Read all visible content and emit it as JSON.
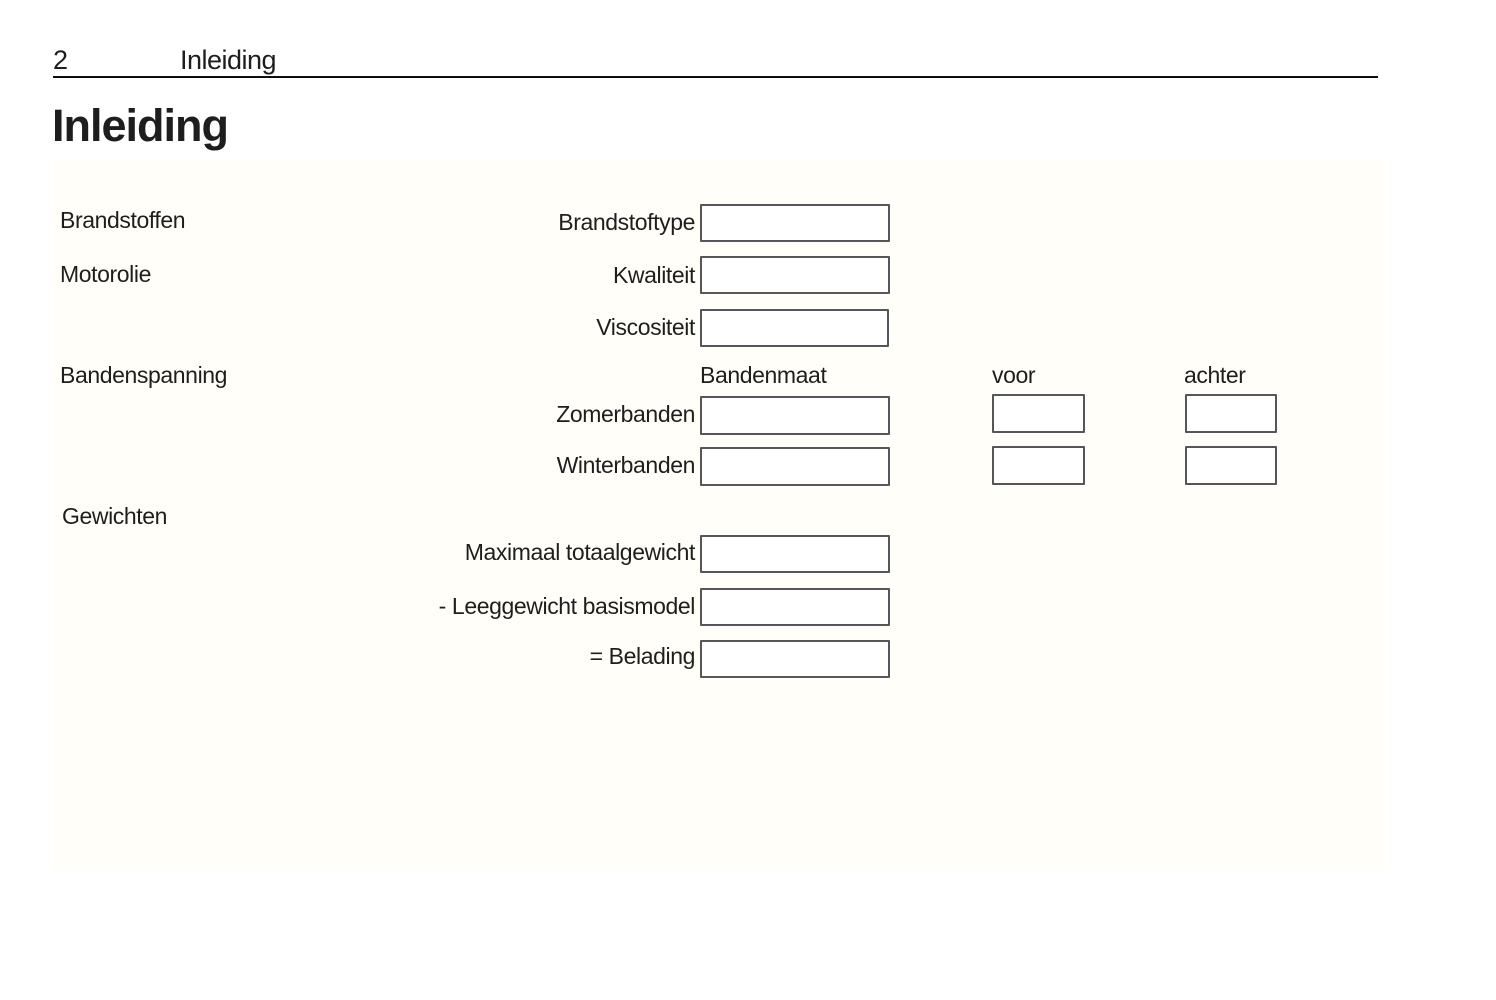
{
  "page": {
    "number": "2",
    "header_title": "Inleiding",
    "title": "Inleiding"
  },
  "form": {
    "section_brandstoffen": "Brandstoffen",
    "section_motorolie": "Motorolie",
    "section_bandenspanning": "Bandenspanning",
    "section_gewichten": "Gewichten",
    "field_brandstoftype": "Brandstoftype",
    "field_kwaliteit": "Kwaliteit",
    "field_viscositeit": "Viscositeit",
    "col_bandenmaat": "Bandenmaat",
    "col_voor": "voor",
    "col_achter": "achter",
    "field_zomerbanden": "Zomerbanden",
    "field_winterbanden": "Winterbanden",
    "field_max_totaalgewicht": "Maximaal totaalgewicht",
    "field_leeggewicht": "- Leeggewicht basismodel",
    "field_belading": "= Belading",
    "inputs": {
      "brandstoftype": "",
      "kwaliteit": "",
      "viscositeit": "",
      "zomerbanden_maat": "",
      "zomerbanden_voor": "",
      "zomerbanden_achter": "",
      "winterbanden_maat": "",
      "winterbanden_voor": "",
      "winterbanden_achter": "",
      "max_totaalgewicht": "",
      "leeggewicht_basismodel": "",
      "belading": ""
    }
  },
  "colors": {
    "text": "#1e1e1e",
    "box_border": "#54565a",
    "panel_background": "#fffef8",
    "rule": "#0e0e0e"
  }
}
